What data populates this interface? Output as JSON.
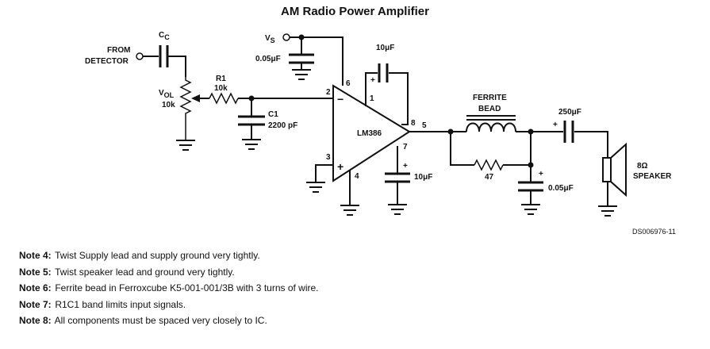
{
  "title": "AM Radio Power Amplifier",
  "diagram": {
    "input": {
      "line1": "FROM",
      "line2": "DETECTOR"
    },
    "cc_label": {
      "main": "C",
      "sub": "C"
    },
    "vol": {
      "main": "V",
      "sub": "OL",
      "value": "10k"
    },
    "r1": {
      "name": "R1",
      "value": "10k"
    },
    "c1": {
      "name": "C1",
      "value": "2200 pF"
    },
    "vs": {
      "main": "V",
      "sub": "S"
    },
    "supply_cap": "0.05μF",
    "bypass_cap": "10μF",
    "gain_cap": "10μF",
    "ic": "LM386",
    "pins": {
      "p2": "2",
      "p3": "3",
      "p4": "4",
      "p6": "6",
      "p1": "1",
      "p8": "8",
      "p7": "7",
      "p5": "5"
    },
    "ferrite": {
      "line1": "FERRITE",
      "line2": "BEAD"
    },
    "r47": "47",
    "zobel_cap": "0.05μF",
    "out_cap": "250μF",
    "speaker": {
      "value": "8Ω",
      "label": "SPEAKER"
    },
    "code": "DS006976-11",
    "plus": "+",
    "minus": "−"
  },
  "notes": [
    {
      "label": "Note 4:",
      "text": "Twist Supply lead and supply ground very tightly."
    },
    {
      "label": "Note 5:",
      "text": "Twist speaker lead and ground very tightly."
    },
    {
      "label": "Note 6:",
      "text": "Ferrite bead in Ferroxcube K5-001-001/3B with 3 turns of wire."
    },
    {
      "label": "Note 7:",
      "text": "R1C1 band limits input signals."
    },
    {
      "label": "Note 8:",
      "text": "All components must be spaced very closely to IC."
    }
  ]
}
